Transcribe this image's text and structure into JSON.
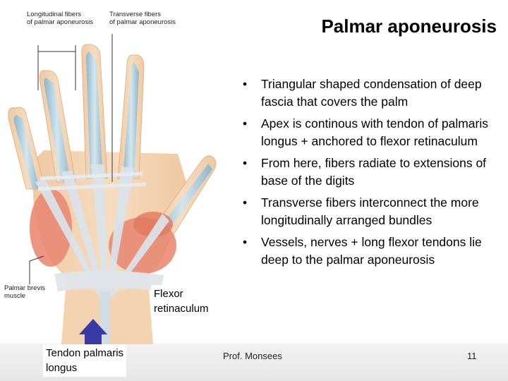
{
  "slide": {
    "title": "Palmar aponeurosis",
    "bullets": [
      "Triangular shaped condensation of deep fascia that covers the palm",
      "Apex is continous with tendon of palmaris longus + anchored to flexor retinaculum",
      "From here, fibers radiate to extensions of base of the digits",
      "Transverse fibers interconnect the more longitudinally arranged bundles",
      "Vessels, nerves + long flexor tendons lie deep to the palmar aponeurosis"
    ],
    "bullet_glyph": "•"
  },
  "figure": {
    "label_longitudinal_line1": "Longitudinal fibers",
    "label_longitudinal_line2": "of palmar aponeurosis",
    "label_transverse_line1": "Transverse fibers",
    "label_transverse_line2": "of palmar aponeurosis",
    "label_palmar_brevis_line1": "Palmar brevis",
    "label_palmar_brevis_line2": "muscle"
  },
  "callouts": {
    "flexor_line1": "Flexor",
    "flexor_line2": "retinaculum",
    "tendon_line1": "Tendon palmaris",
    "tendon_line2": "longus"
  },
  "footer": {
    "author": "Prof. Monsees",
    "page_number": "11"
  },
  "colors": {
    "skin": "#f3d3b0",
    "muscle": "#e98a74",
    "aponeurosis": "#d9e2ea",
    "tendon": "#a9c8d6",
    "arrow": "#3a3aa6"
  }
}
